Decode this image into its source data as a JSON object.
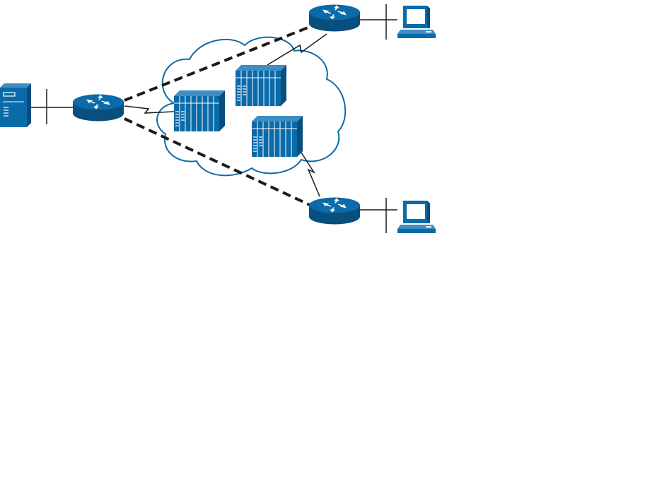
{
  "colors": {
    "device_blue": "#0b6aa8",
    "device_dark": "#084f7d",
    "line": "#1a1a1a",
    "background": "#ffffff"
  },
  "devices": [
    {
      "id": "server",
      "type": "server",
      "icon": "server-icon"
    },
    {
      "id": "router-left",
      "type": "router",
      "icon": "router-icon"
    },
    {
      "id": "router-top",
      "type": "router",
      "icon": "router-icon"
    },
    {
      "id": "router-bottom",
      "type": "router",
      "icon": "router-icon"
    },
    {
      "id": "pc-top",
      "type": "workstation",
      "icon": "workstation-icon"
    },
    {
      "id": "pc-bottom",
      "type": "workstation",
      "icon": "workstation-icon"
    },
    {
      "id": "switch-left",
      "type": "wan-switch",
      "icon": "atm-switch-icon"
    },
    {
      "id": "switch-top",
      "type": "wan-switch",
      "icon": "atm-switch-icon"
    },
    {
      "id": "switch-bottom",
      "type": "wan-switch",
      "icon": "atm-switch-icon"
    }
  ],
  "links": [
    {
      "from": "server",
      "to": "router-left",
      "style": "lan"
    },
    {
      "from": "router-top",
      "to": "pc-top",
      "style": "lan"
    },
    {
      "from": "router-bottom",
      "to": "pc-bottom",
      "style": "lan"
    },
    {
      "from": "router-left",
      "to": "switch-left",
      "style": "serial"
    },
    {
      "from": "switch-top",
      "to": "router-top",
      "style": "serial"
    },
    {
      "from": "switch-bottom",
      "to": "router-bottom",
      "style": "serial"
    },
    {
      "from": "router-left",
      "to": "router-top",
      "style": "virtual-circuit"
    },
    {
      "from": "router-left",
      "to": "router-bottom",
      "style": "virtual-circuit"
    }
  ]
}
